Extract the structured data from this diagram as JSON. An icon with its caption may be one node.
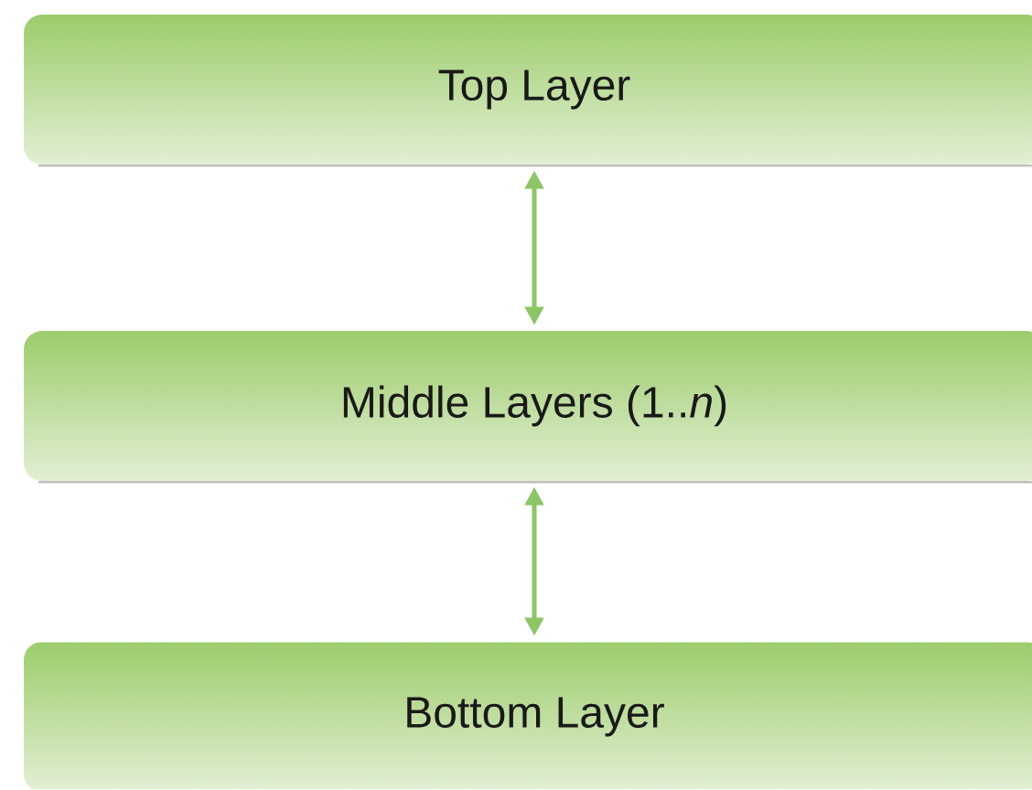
{
  "diagram": {
    "nodes": [
      {
        "text": [
          "Top Layer"
        ]
      },
      {
        "text": [
          "Middle Layers (1..*n*)"
        ]
      },
      {
        "text": [
          "Bottom Layer"
        ]
      }
    ],
    "edges": [
      {
        "from": 0,
        "to": 1,
        "arrow": "both"
      },
      {
        "from": 1,
        "to": 2,
        "arrow": "both"
      }
    ]
  }
}
